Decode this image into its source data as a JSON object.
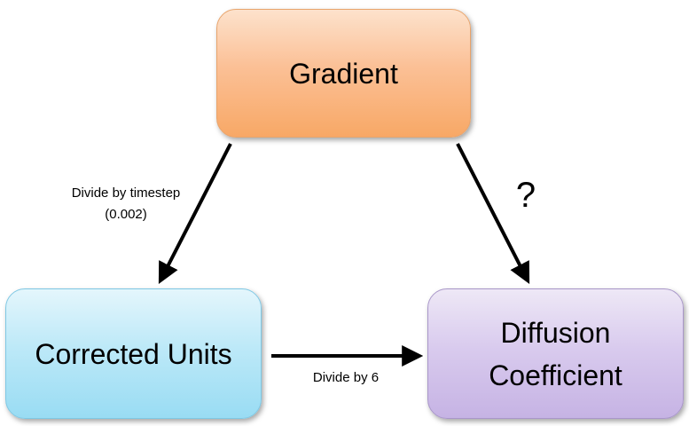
{
  "nodes": {
    "gradient": {
      "label": "Gradient"
    },
    "corrected_units": {
      "label": "Corrected Units"
    },
    "diffusion_coefficient": {
      "label_line1": "Diffusion",
      "label_line2": "Coefficient"
    }
  },
  "edges": {
    "gradient_to_corrected": {
      "label_line1": "Divide by timestep",
      "label_line2": "(0.002)"
    },
    "gradient_to_diffusion": {
      "label": "?"
    },
    "corrected_to_diffusion": {
      "label": "Divide by 6"
    }
  },
  "colors": {
    "gradient_fill": "#f8a866",
    "corrected_fill": "#99dcf3",
    "diffusion_fill": "#c6b3e4",
    "arrow": "#000000"
  }
}
